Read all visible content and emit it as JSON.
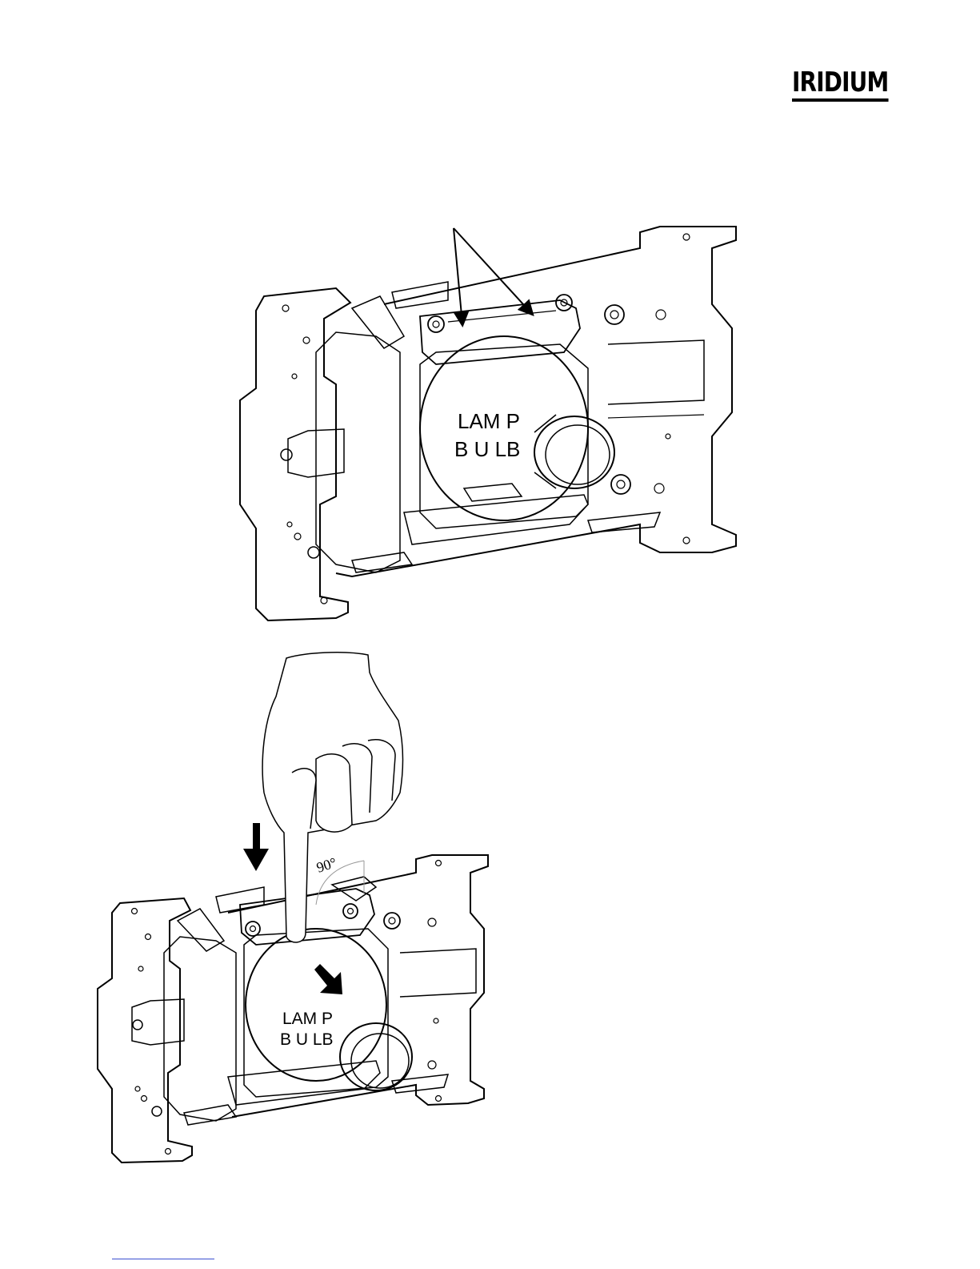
{
  "brand": {
    "logo_text": "IRIDIUM"
  },
  "figure_top": {
    "label_line1": "LAM P",
    "label_line2": "B U LB"
  },
  "figure_bottom": {
    "label_line1": "LAM P",
    "label_line2": "B U LB",
    "angle_label": "90°"
  }
}
